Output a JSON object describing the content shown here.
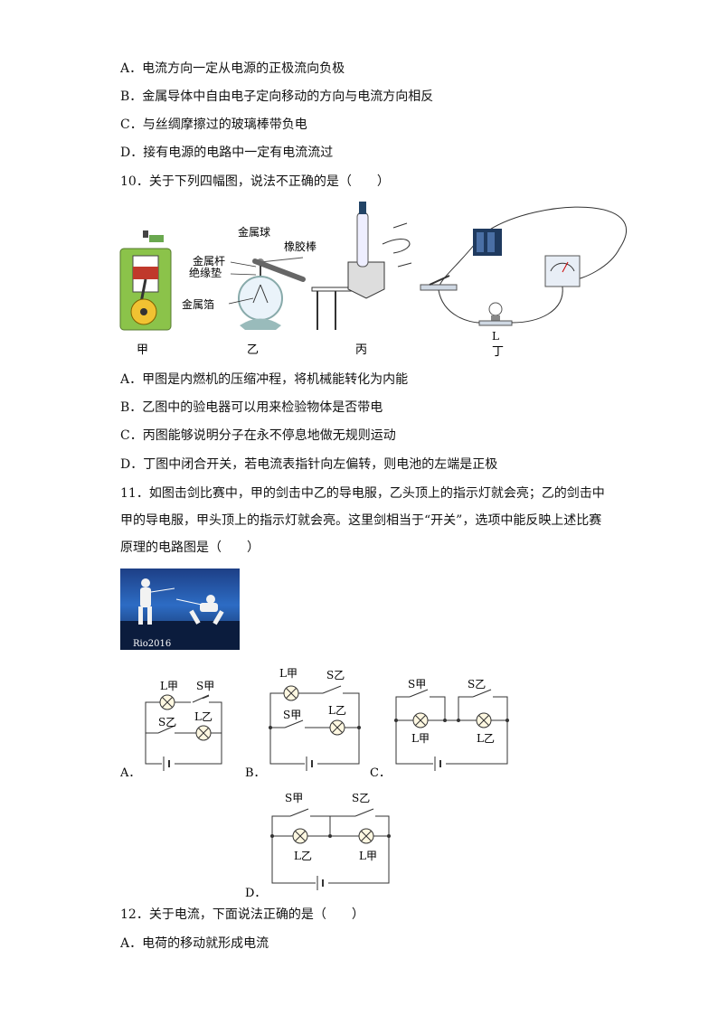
{
  "q9_options": [
    "A．电流方向一定从电源的正极流向负极",
    "B．金属导体中自由电子定向移动的方向与电流方向相反",
    "C．与丝绸摩擦过的玻璃棒带负电",
    "D．接有电源的电路中一定有电流流过"
  ],
  "q10": {
    "stem": "10．关于下列四幅图，说法不正确的是（　　）",
    "fig_labels": [
      "甲",
      "乙",
      "丙",
      "丁"
    ],
    "electroscope_labels": [
      "金属球",
      "橡胶棒",
      "金属杆",
      "绝缘垫",
      "金属箔"
    ],
    "bulb_label": "L",
    "options": [
      "A．甲图是内燃机的压缩冲程，将机械能转化为内能",
      "B．乙图中的验电器可以用来检验物体是否带电",
      "C．丙图能够说明分子在永不停息地做无规则运动",
      "D．丁图中闭合开关，若电流表指针向左偏转，则电池的左端是正极"
    ]
  },
  "q11": {
    "stem_lines": [
      "11．如图击剑比赛中，甲的剑击中乙的导电服，乙头顶上的指示灯就会亮；乙的剑击中",
      "甲的导电服，甲头顶上的指示灯就会亮。这里剑相当于“开关”，选项中能反映上述比赛",
      "原理的电路图是（　　）"
    ],
    "photo_caption": "Rio2016",
    "option_letters": [
      "A．",
      "B．",
      "C．",
      "D．"
    ],
    "lamp_jia": "L甲",
    "lamp_yi": "L乙",
    "switch_jia": "S甲",
    "switch_yi": "S乙"
  },
  "q12": {
    "stem": "12．关于电流，下面说法正确的是（　　）",
    "option_a": "A．电荷的移动就形成电流"
  }
}
